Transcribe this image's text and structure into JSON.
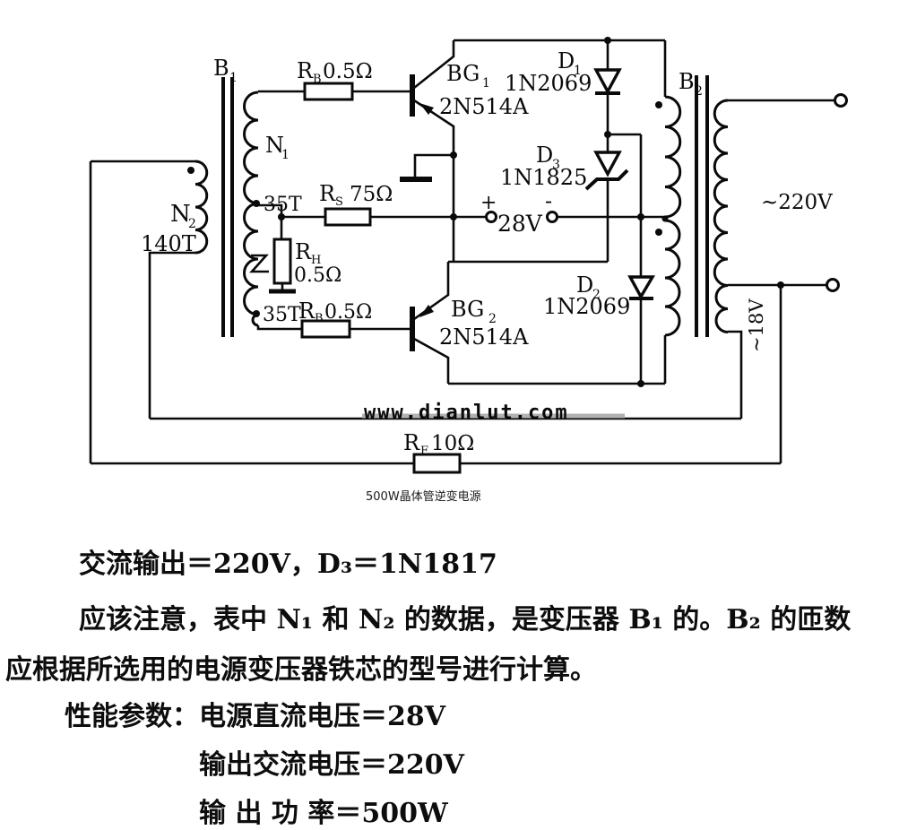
{
  "page": {
    "background": "#ffffff",
    "ink": "#0a0a0a"
  },
  "watermark": {
    "text": "www.dianlut.com",
    "color": "#ee6666"
  },
  "caption": "500W晶体管逆变电源",
  "labels": {
    "b1": {
      "main": "B",
      "sub": "1"
    },
    "b2": {
      "main": "B",
      "sub": "2"
    },
    "n1": {
      "main": "N",
      "sub": "1"
    },
    "n2": {
      "main": "N",
      "sub": "2"
    },
    "n2_turns": "140T",
    "n1_tap_upper": "35T",
    "n1_tap_lower": "35T",
    "rb1": {
      "main": "R",
      "sub": "B",
      "value": "0.5Ω"
    },
    "rs": {
      "main": "R",
      "sub": "S",
      "value": "75Ω"
    },
    "rh": {
      "main": "R",
      "sub": "H",
      "value": "0.5Ω"
    },
    "rb2": {
      "main": "R",
      "sub": "B",
      "value": "0.5Ω"
    },
    "rf": {
      "main": "R",
      "sub": "F",
      "value": "10Ω"
    },
    "bg1": {
      "main": "BG",
      "sub": "1",
      "part": "2N514A"
    },
    "bg2": {
      "main": "BG",
      "sub": "2",
      "part": "2N514A"
    },
    "d1": {
      "main": "D",
      "sub": "1",
      "part": "1N2069"
    },
    "d2": {
      "main": "D",
      "sub": "2",
      "part": "1N2069"
    },
    "d3": {
      "main": "D",
      "sub": "3",
      "part": "1N1825"
    },
    "supply_plus": "+",
    "supply_minus": "-",
    "supply_voltage": "28V",
    "output_ac": "~220V",
    "feedback_ac": "~18V"
  },
  "notes": {
    "line1": "交流输出＝220V，D₃＝1N1817",
    "line2": "应该注意，表中 N₁ 和 N₂ 的数据，是变压器 B₁ 的。B₂ 的匝数",
    "line3": "应根据所选用的电源变压器铁芯的型号进行计算。",
    "line4": "性能参数：电源直流电压＝28V",
    "line5": "输出交流电压＝220V",
    "line6": "输 出 功 率＝500W"
  }
}
